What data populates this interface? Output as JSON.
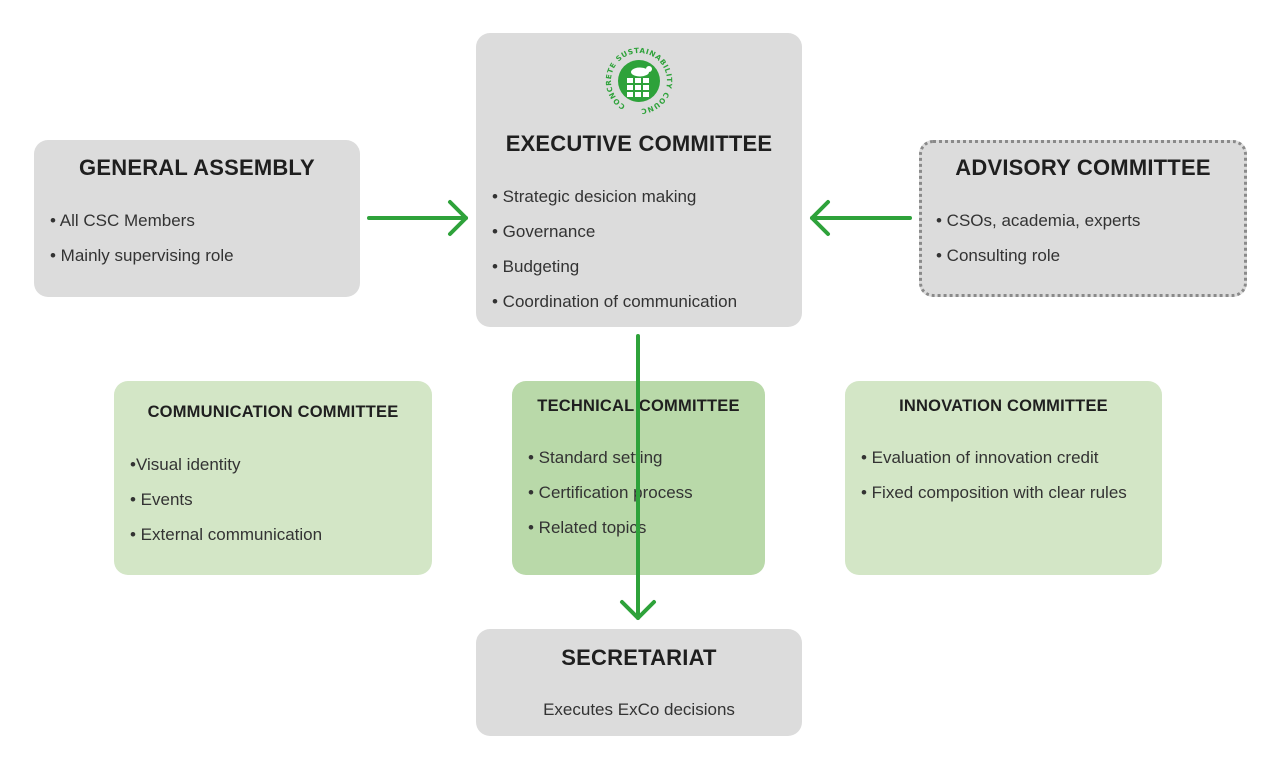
{
  "general_assembly": {
    "title": "GENERAL ASSEMBLY",
    "items": [
      "• All CSC Members",
      "• Mainly supervising role"
    ]
  },
  "executive_committee": {
    "title": "EXECUTIVE COMMITTEE",
    "logo_text": "CONCRETE SUSTAINABILITY COUNCIL",
    "items": [
      "• Strategic desicion making",
      "• Governance",
      "• Budgeting",
      "• Coordination of communication"
    ]
  },
  "advisory_committee": {
    "title": "ADVISORY COMMITTEE",
    "items": [
      "• CSOs, academia, experts",
      "• Consulting role"
    ]
  },
  "communication_committee": {
    "title": "COMMUNICATION COMMITTEE",
    "items": [
      "•Visual identity",
      "• Events",
      "• External communication"
    ]
  },
  "technical_committee": {
    "title": "TECHNICAL COMMITTEE",
    "items": [
      "• Standard setting",
      "• Certification process",
      "• Related topics"
    ]
  },
  "innovation_committee": {
    "title": "INNOVATION COMMITTEE",
    "items": [
      "• Evaluation of innovation credit",
      "• Fixed composition with clear rules"
    ]
  },
  "secretariat": {
    "title": "SECRETARIAT",
    "description": "Executes ExCo decisions"
  },
  "colors": {
    "arrow": "#2ea23a",
    "gray_box": "#dcdcdc",
    "light_green_box": "#d3e6c6",
    "mid_green_box": "#b9d9a9",
    "logo_green": "#2ea23a"
  }
}
